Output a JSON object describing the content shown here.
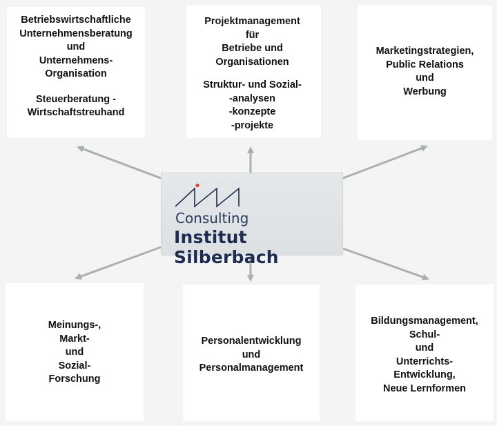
{
  "logo": {
    "line1": "Consulting",
    "line2": "Institut Silberbach",
    "accent_color": "#d9472f",
    "brand_color": "#1d2d52"
  },
  "boxes": {
    "top_left": {
      "lines": [
        "Betriebswirtschaftliche",
        "Unternehmensberatung",
        "und",
        "Unternehmens-",
        "Organisation"
      ],
      "lines2": [
        "Steuerberatung -",
        "Wirtschaftstreuhand"
      ]
    },
    "top_center": {
      "lines": [
        "Projektmanagement",
        "für",
        "Betriebe und",
        "Organisationen"
      ],
      "lines2": [
        "Struktur- und Sozial-",
        "-analysen",
        "-konzepte",
        "-projekte"
      ]
    },
    "top_right": {
      "lines": [
        "Marketingstrategien,",
        "Public Relations",
        "und",
        "Werbung"
      ]
    },
    "bottom_left": {
      "lines": [
        "Meinungs-,",
        "Markt-",
        "und",
        "Sozial-",
        "Forschung"
      ]
    },
    "bottom_center": {
      "lines": [
        "Personalentwicklung",
        "und",
        "Personalmanagement"
      ]
    },
    "bottom_right": {
      "lines": [
        "Bildungsmanagement,",
        "Schul-",
        "und",
        "Unterrichts-",
        "Entwicklung,",
        "Neue Lernformen"
      ]
    }
  },
  "colors": {
    "arrow": "#a9b0b0",
    "background": "#f3f4f3"
  }
}
